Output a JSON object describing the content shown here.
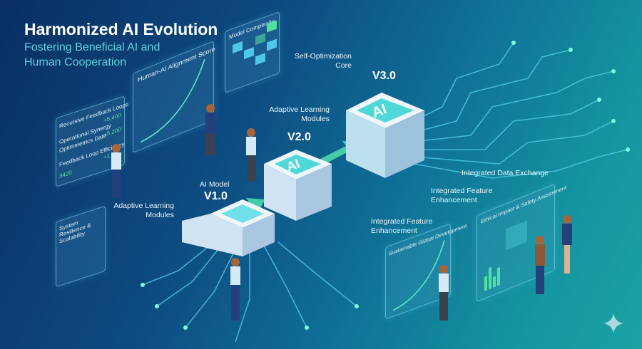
{
  "header": {
    "title": "Harmonized AI Evolution",
    "subtitle": "Fostering Beneficial AI and Human Cooperation"
  },
  "stages": [
    {
      "caption": "AI Model",
      "version": "V1.0",
      "chip": ""
    },
    {
      "caption": "",
      "version": "V2.0",
      "chip": "AI"
    },
    {
      "caption": "",
      "version": "V3.0",
      "chip": "AI"
    }
  ],
  "labels": {
    "self_optimization": "Self-Optimization Core",
    "adaptive_top": "Adaptive Learning Modules",
    "adaptive_left": "Adaptive Learning Modules",
    "data_exchange": "Integrated Data Exchange",
    "feature_upper": "Integrated Feature Enhancement",
    "feature_lower": "Integrated Feature Enhancement"
  },
  "panels": {
    "feedback": {
      "rows": [
        "Recursive Feedback Loops",
        "Operational Synergy",
        "Optimmetrics Date",
        "Feedback Loop Efficiency"
      ],
      "values": [
        "+5,400",
        "+5,200",
        "3420",
        "+1.5"
      ]
    },
    "alignment": {
      "title": "Human-AI Alignment Score"
    },
    "complexity": {
      "title": "Model Complexity"
    },
    "resilience": {
      "title": "System Resilience & Scalability"
    },
    "sustainable": {
      "title": "Sustainable Global Development"
    },
    "ethical": {
      "title": "Ethical Impact & Safety Assessment"
    }
  },
  "colors": {
    "accent": "#5ed0df",
    "green": "#54e0a0",
    "bg_dark": "#0a2f63",
    "bg_light": "#1aa3a3"
  }
}
